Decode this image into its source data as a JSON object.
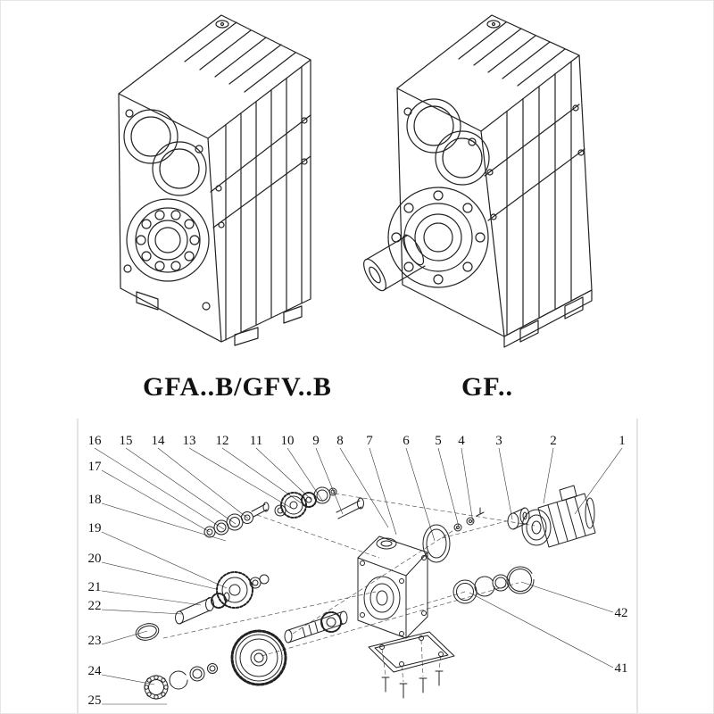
{
  "page": {
    "background": "#ffffff",
    "line_color": "#222222",
    "accent": "#111111"
  },
  "captions": {
    "left": "GFA..B/GFV..B",
    "right": "GF.."
  },
  "exploded": {
    "top": [
      "16",
      "15",
      "14",
      "13",
      "12",
      "11",
      "10",
      "9",
      "8",
      "7",
      "6",
      "5",
      "4",
      "3",
      "2",
      "1"
    ],
    "left": [
      "17",
      "18",
      "19",
      "20",
      "21",
      "22",
      "23",
      "24",
      "25"
    ],
    "right": [
      "42",
      "41"
    ]
  }
}
